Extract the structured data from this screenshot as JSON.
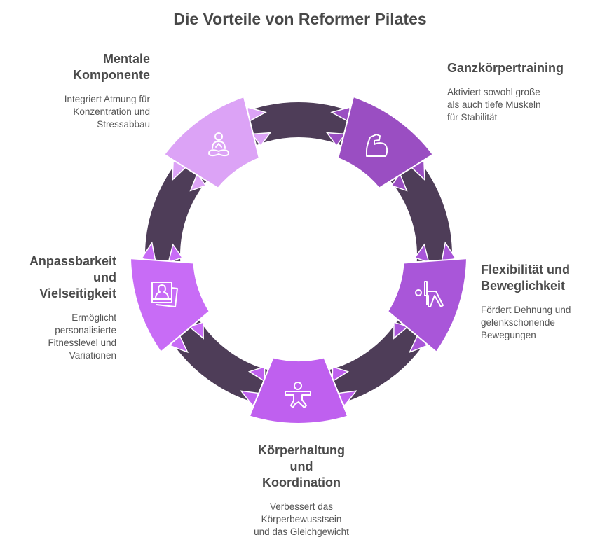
{
  "title": "Die Vorteile von Reformer Pilates",
  "colors": {
    "band": "#4E3D58",
    "mentale": "#DCA3F6",
    "ganzkoerper": "#9A4EC2",
    "flexibilitaet": "#A956D9",
    "koerperhaltung": "#BF60EF",
    "anpassbarkeit": "#C86CF6"
  },
  "items": [
    {
      "id": "mentale",
      "icon": "meditation-icon",
      "title": "Mentale\nKomponente",
      "title_lines": [
        "Mentale",
        "Komponente"
      ],
      "description": "Integriert Atmung für\nKonzentration und\nStressabbau"
    },
    {
      "id": "ganzkoerper",
      "icon": "flexed-arm-icon",
      "title_lines": [
        "Ganzkörpertraining"
      ],
      "description": "Aktiviert sowohl große\nals auch tiefe Muskeln\nfür Stabilität"
    },
    {
      "id": "flexibilitaet",
      "icon": "stretching-figure-icon",
      "title_lines": [
        "Flexibilität und",
        "Beweglichkeit"
      ],
      "description": "Fördert Dehnung und\ngelenkschonende\nBewegungen"
    },
    {
      "id": "koerperhaltung",
      "icon": "balance-figure-icon",
      "title_lines": [
        "Körperhaltung",
        "und",
        "Koordination"
      ],
      "description": "Verbessert das\nKörperbewusstsein\nund das Gleichgewicht"
    },
    {
      "id": "anpassbarkeit",
      "icon": "profile-photos-icon",
      "title_lines": [
        "Anpassbarkeit",
        "und",
        "Vielseitigkeit"
      ],
      "description": "Ermöglicht\npersonalisierte\nFitnesslevel und\nVariationen"
    }
  ]
}
